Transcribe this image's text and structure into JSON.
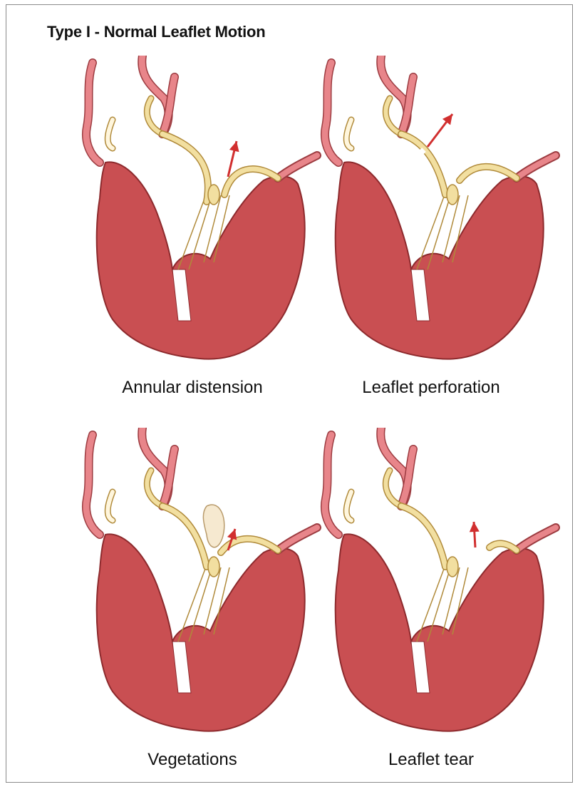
{
  "title": "Type I - Normal Leaflet Motion",
  "panels": [
    {
      "caption": "Annular distension",
      "variant": "annular-distension"
    },
    {
      "caption": "Leaflet perforation",
      "variant": "leaflet-perforation"
    },
    {
      "caption": "Vegetations",
      "variant": "vegetations"
    },
    {
      "caption": "Leaflet tear",
      "variant": "leaflet-tear"
    }
  ],
  "colors": {
    "myocardium": "#c94f52",
    "myocardium_dark": "#8d2a2d",
    "leaflet": "#f2dfa0",
    "leaflet_edge": "#b08a3a",
    "vessel": "#e8858a",
    "arrow": "#d12f2f",
    "vegetation": "#f6e9d0",
    "frame": "#8a8a8a"
  }
}
